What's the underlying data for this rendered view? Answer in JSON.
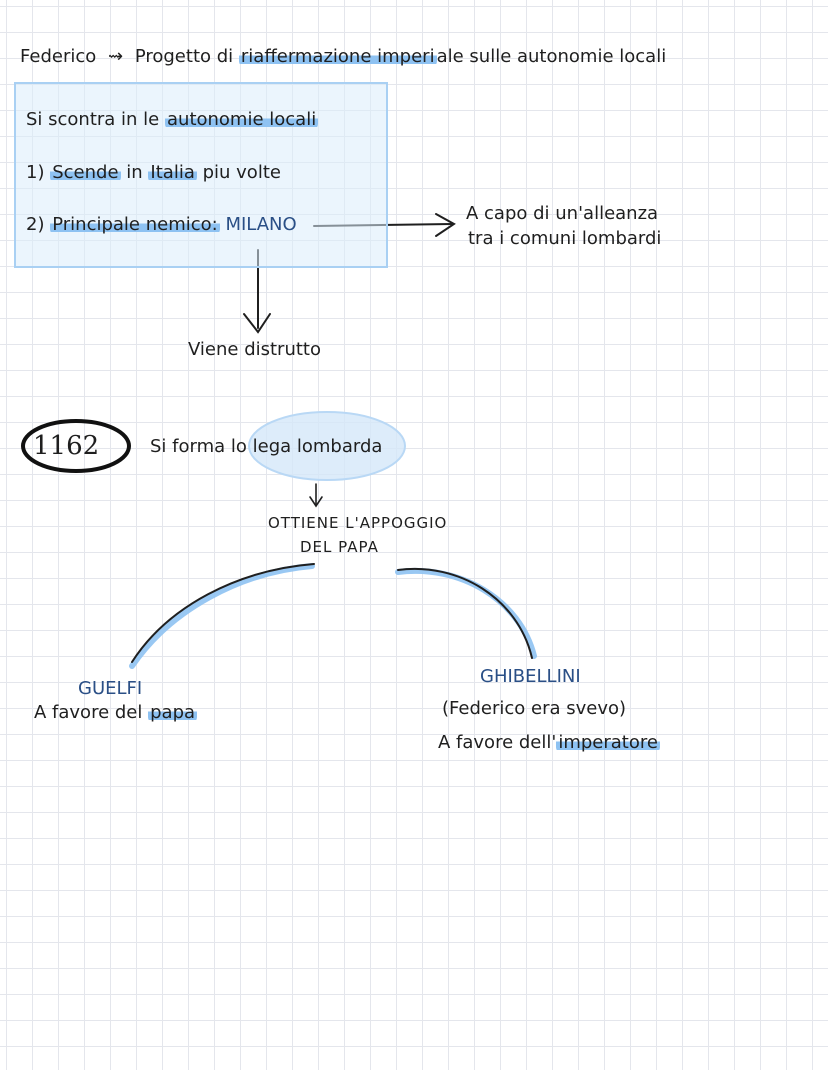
{
  "title": {
    "subject": "Federico",
    "arrow": "⇝",
    "pre": "Progetto di",
    "highlight": "riaffermazione imperi",
    "post": "ale sulle autonomie locali"
  },
  "box": {
    "line1_pre": "Si scontra in le",
    "line1_hl": "autonomie locali",
    "line2_num": "1)",
    "line2_hl1": "Scende",
    "line2_mid": "in",
    "line2_hl2": "Italia",
    "line2_post": "piu volte",
    "line3_num": "2)",
    "line3_hl": "Principale nemico:",
    "line3_city": "MILANO"
  },
  "alliance": {
    "line1": "A capo di un'alleanza",
    "line2": "tra i comuni lombardi"
  },
  "destroyed": "Viene distrutto",
  "year": "1162",
  "lega": {
    "pre": "Si forma lo",
    "circled": "lega lombarda"
  },
  "support": {
    "line1": "OTTIENE L'APPOGGIO",
    "line2": "DEL PAPA"
  },
  "guelfi": {
    "name": "GUELFI",
    "desc_pre": "A favore del",
    "desc_hl": "papa"
  },
  "ghibellini": {
    "name": "GHIBELLINI",
    "note": "(Federico era svevo)",
    "desc_pre": "A favore dell'",
    "desc_hl": "imperatore"
  },
  "colors": {
    "highlight": "#8ec2f2",
    "box_border": "#a9d0f3",
    "accent_text": "#2a4f86",
    "ink": "#1f1f1f"
  }
}
